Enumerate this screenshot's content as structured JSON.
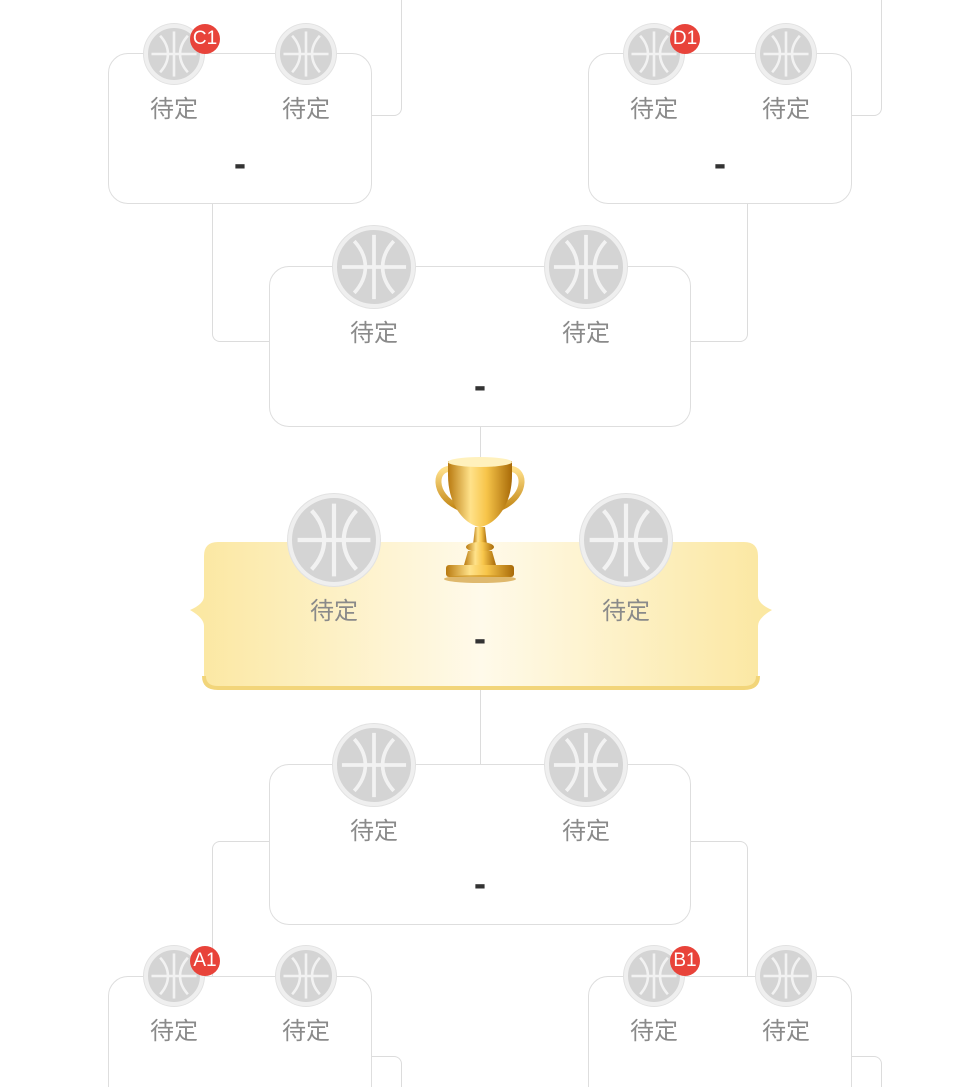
{
  "colors": {
    "badge": "#e8433a",
    "final_banner": "#fdf0b4",
    "team_name": "#8a8a8a",
    "score": "#333333"
  },
  "icons": {
    "team": "basketball-icon",
    "final": "trophy-icon"
  },
  "matches": {
    "top_left": {
      "team1": {
        "name": "待定",
        "seed": "C1"
      },
      "team2": {
        "name": "待定"
      },
      "score": "-"
    },
    "top_right": {
      "team1": {
        "name": "待定",
        "seed": "D1"
      },
      "team2": {
        "name": "待定"
      },
      "score": "-"
    },
    "semi_top": {
      "team1": {
        "name": "待定"
      },
      "team2": {
        "name": "待定"
      },
      "score": "-"
    },
    "final": {
      "team1": {
        "name": "待定"
      },
      "team2": {
        "name": "待定"
      },
      "score": "-"
    },
    "semi_bottom": {
      "team1": {
        "name": "待定"
      },
      "team2": {
        "name": "待定"
      },
      "score": "-"
    },
    "bottom_left": {
      "team1": {
        "name": "待定",
        "seed": "A1"
      },
      "team2": {
        "name": "待定"
      },
      "score": "-"
    },
    "bottom_right": {
      "team1": {
        "name": "待定",
        "seed": "B1"
      },
      "team2": {
        "name": "待定"
      },
      "score": "-"
    }
  }
}
